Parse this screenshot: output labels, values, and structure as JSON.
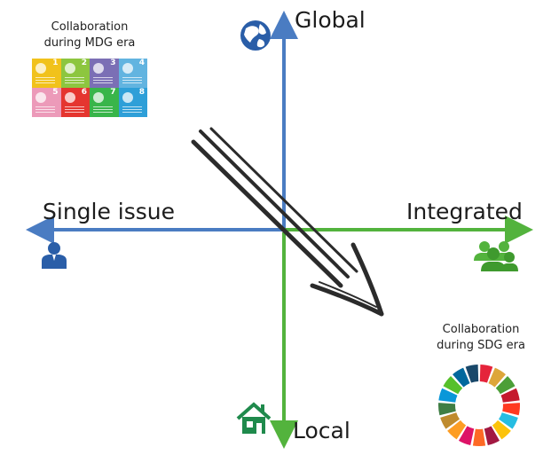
{
  "axes": {
    "top": "Global",
    "bottom": "Local",
    "left": "Single issue",
    "right": "Integrated"
  },
  "corners": {
    "mdg_line1": "Collaboration",
    "mdg_line2": "during MDG era",
    "sdg_line1": "Collaboration",
    "sdg_line2": "during SDG era"
  },
  "mdg_goals": [
    "1",
    "2",
    "3",
    "4",
    "5",
    "6",
    "7",
    "8"
  ],
  "colors": {
    "global_axis": "#4a7cc2",
    "local_axis": "#53b33d",
    "arrow": "#2b2b2b",
    "mdg_tiles": [
      "#f1c21b",
      "#8dc63f",
      "#7b6fb5",
      "#62b4e0",
      "#ec9ab9",
      "#e5352f",
      "#39b54a",
      "#2e9fd8"
    ],
    "sdg_wheel": [
      "#e5243b",
      "#dda63a",
      "#4c9f38",
      "#c5192d",
      "#ff3a21",
      "#26bde2",
      "#fcc30b",
      "#a21942",
      "#fd6925",
      "#dd1367",
      "#fd9d24",
      "#bf8b2e",
      "#3f7e44",
      "#0a97d9",
      "#56c02b",
      "#00689d",
      "#19486a"
    ]
  },
  "icons": {
    "global": "globe-icon",
    "local": "house-icon",
    "single": "person-icon",
    "integrated": "group-icon",
    "sdg": "sdg-wheel-icon"
  }
}
